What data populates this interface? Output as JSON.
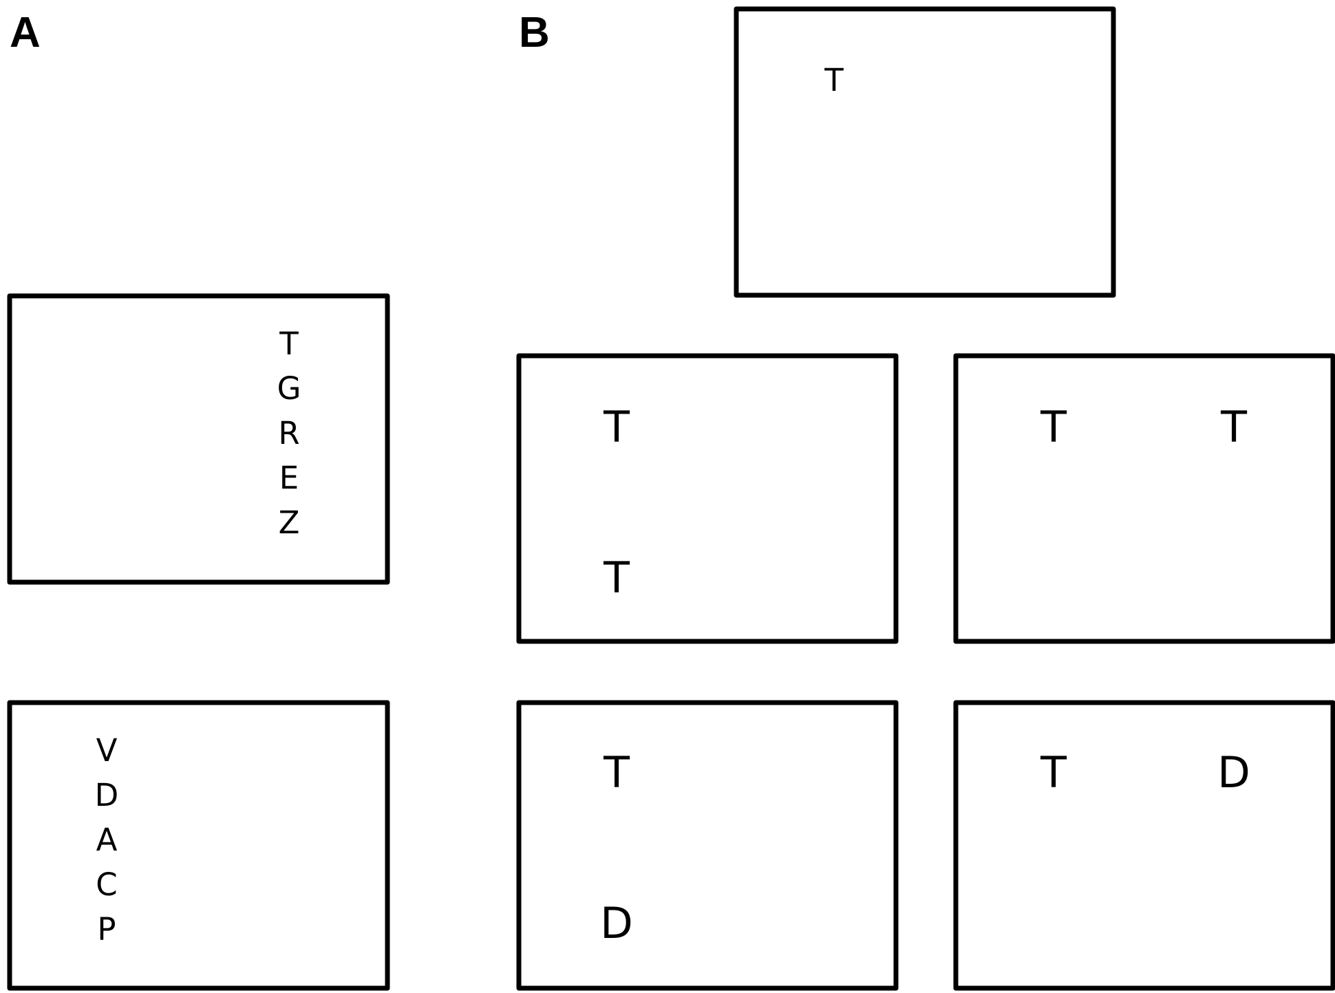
{
  "panels": {
    "a": {
      "label": "A",
      "top_box_letters": [
        "T",
        "G",
        "R",
        "E",
        "Z"
      ],
      "bottom_box_letters": [
        "V",
        "D",
        "A",
        "C",
        "P"
      ]
    },
    "b": {
      "label": "B",
      "top_box": [
        "T"
      ],
      "middle_left": [
        "T",
        "T"
      ],
      "middle_right": [
        "T",
        "T"
      ],
      "bottom_left": [
        "T",
        "D"
      ],
      "bottom_right": [
        "T",
        "D"
      ]
    }
  }
}
